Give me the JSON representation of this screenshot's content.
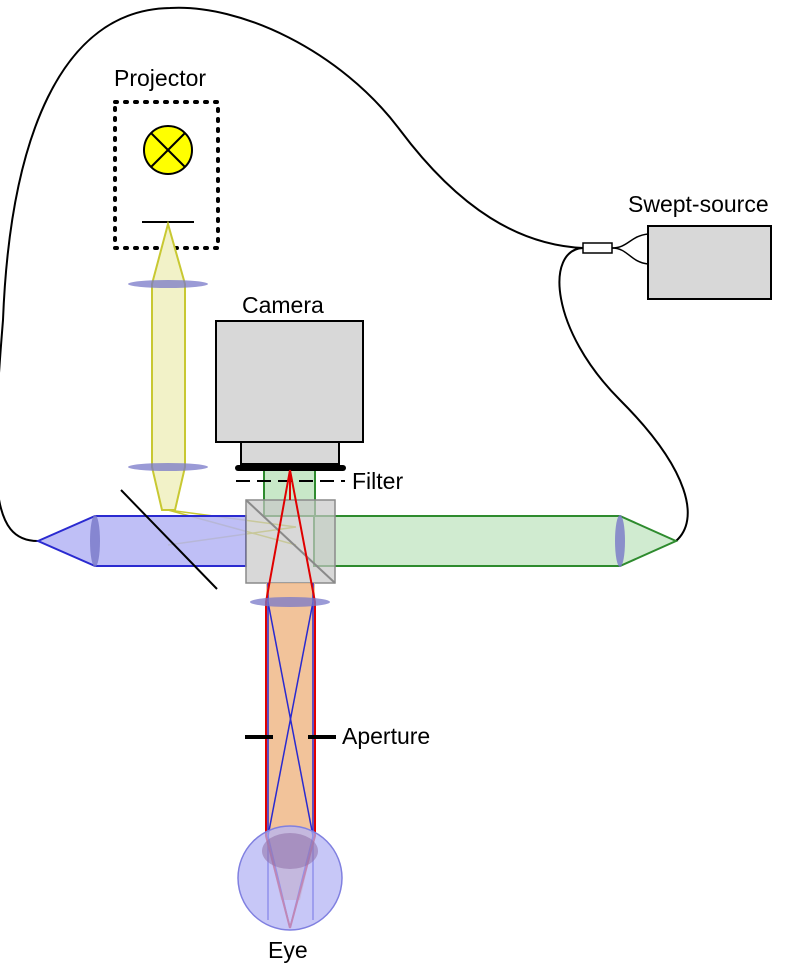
{
  "labels": {
    "projector": "Projector",
    "swept_source": "Swept-source",
    "camera": "Camera",
    "filter": "Filter",
    "aperture": "Aperture",
    "eye": "Eye"
  },
  "colors": {
    "projector_beam": "#c8c832",
    "projector_fill": "#f2f2c8",
    "blue_beam": "#2a2ad0",
    "blue_fill": "#b4b4f4",
    "green_beam": "#2e8b2e",
    "green_fill": "#c8e8c8",
    "red_ray": "#e00000",
    "orange_fill": "#f0b888",
    "lamp_fill": "#ffff00",
    "box_fill": "#d8d8d8",
    "lens_fill": "#7878c8"
  }
}
